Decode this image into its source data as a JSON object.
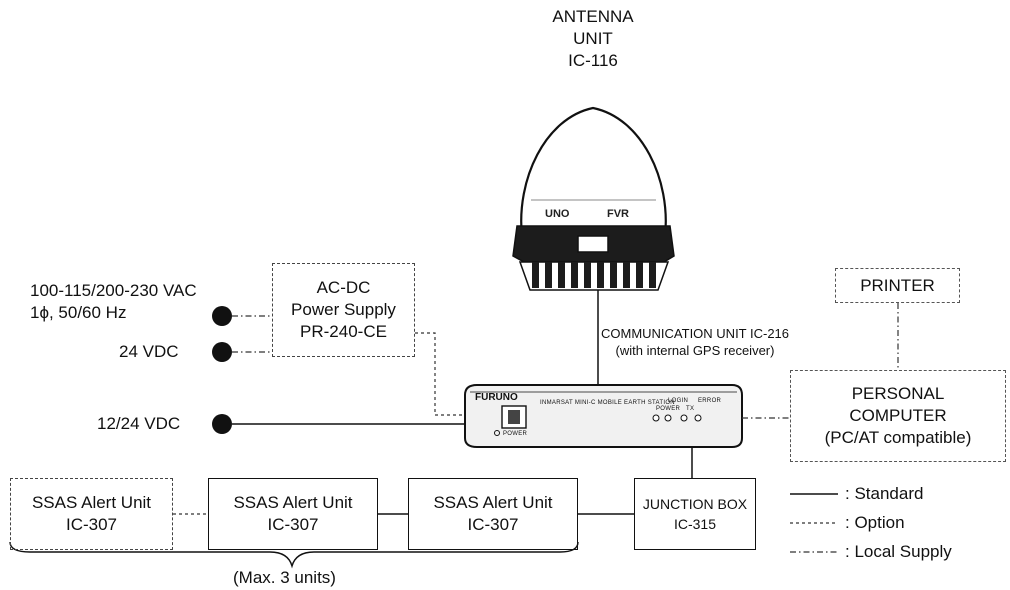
{
  "antenna": {
    "line1": "ANTENNA",
    "line2": "UNIT",
    "line3": "IC-116"
  },
  "power_input": {
    "ac_line1": "100-115/200-230 VAC",
    "ac_line2": "1ϕ, 50/60 Hz",
    "dc24": "24 VDC",
    "dc1224": "12/24 VDC"
  },
  "acdc_supply": {
    "line1": "AC-DC",
    "line2": "Power Supply",
    "line3": "PR-240-CE"
  },
  "comm_unit": {
    "line1": "COMMUNICATION UNIT IC-216",
    "line2": "(with internal GPS receiver)",
    "brand": "FURUNO",
    "panel_text": "INMARSAT MINI-C MOBILE EARTH STATION",
    "power_label": "POWER",
    "leds": [
      "POWER",
      "LOGIN",
      "TX",
      "ERROR"
    ]
  },
  "printer": {
    "label": "PRINTER"
  },
  "pc": {
    "line1": "PERSONAL",
    "line2": "COMPUTER",
    "line3": "(PC/AT compatible)"
  },
  "ssas_units": [
    {
      "line1": "SSAS Alert Unit",
      "line2": "IC-307"
    },
    {
      "line1": "SSAS Alert Unit",
      "line2": "IC-307"
    },
    {
      "line1": "SSAS Alert Unit",
      "line2": "IC-307"
    }
  ],
  "junction_box": {
    "line1": "JUNCTION BOX",
    "line2": "IC-315"
  },
  "max_units": "(Max. 3 units)",
  "legend": [
    {
      "style": "solid",
      "label": ": Standard"
    },
    {
      "style": "dashed",
      "label": ": Option"
    },
    {
      "style": "dashdot",
      "label": ": Local Supply"
    }
  ],
  "colors": {
    "ink": "#111111",
    "antenna_dark": "#1c1c1c",
    "unit_body": "#e9e9e9"
  }
}
